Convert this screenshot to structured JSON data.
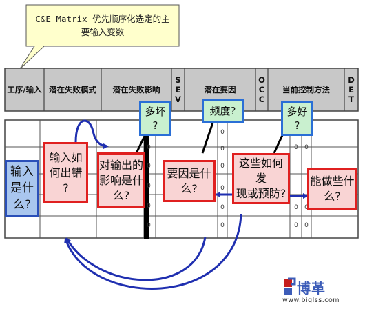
{
  "callout": {
    "text": "C&E Matrix 优先顺序化选定的主要输入变数"
  },
  "header": {
    "columns": [
      "工序/输入",
      "潜在失败模式",
      "潜在失败影响",
      "S\nE\nV",
      "潜在要因",
      "O\nC\nC",
      "当前控制方法",
      "D\nE\nT"
    ]
  },
  "boxes": {
    "input_what": "输入\n是什\n么?",
    "input_wrong": "输入如\n何出错\n?",
    "effect": "对输出的\n影响是什\n么?",
    "cause": "要因是什\n么?",
    "detect": "这些如何发\n现或预防?",
    "action": "能做些什\n么?"
  },
  "questions": {
    "how_bad": "多坏\n?",
    "how_often": "频度?",
    "how_good": "多好\n?"
  },
  "zeros": [
    "0",
    "0",
    "0",
    "0",
    "0",
    "0",
    "0",
    "0",
    "0",
    "0",
    "0",
    "0",
    "0",
    "0",
    "0",
    "0",
    "0",
    "0"
  ],
  "logo": {
    "brand": "博革",
    "url": "www.biglss.com"
  },
  "colors": {
    "red": "#e02020",
    "blue_border": "#2a4fb8",
    "arrow_blue": "#1f2fb0",
    "header_fill": "#c8c8c8"
  }
}
